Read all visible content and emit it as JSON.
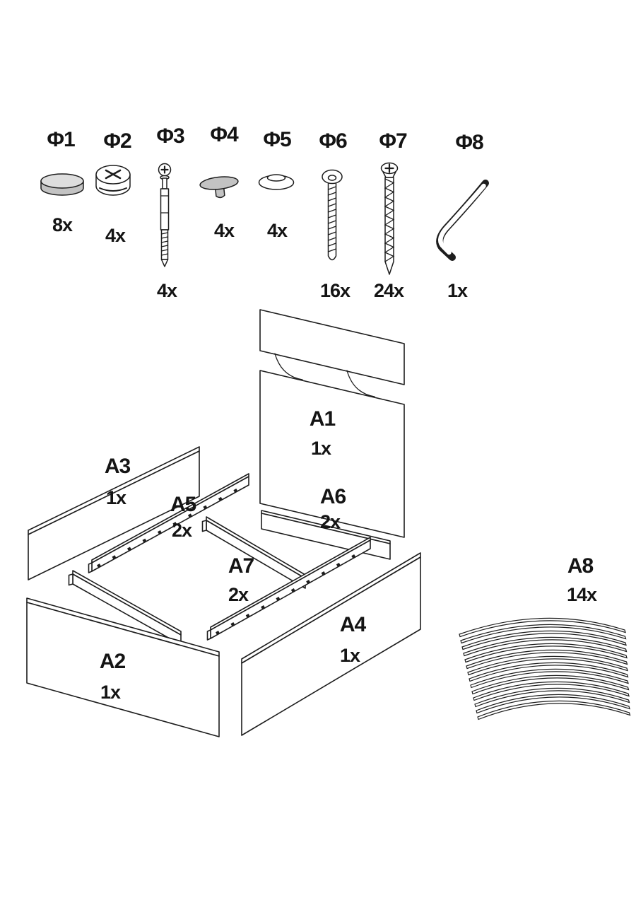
{
  "page": {
    "background": "#ffffff",
    "line_color": "#1d1d1d"
  },
  "hardware": {
    "items": [
      {
        "id": "Φ1",
        "qty": "8x",
        "icon": "round-cover-cap-icon"
      },
      {
        "id": "Φ2",
        "qty": "4x",
        "icon": "cam-lock-icon"
      },
      {
        "id": "Φ3",
        "qty": "4x",
        "icon": "cam-bolt-icon"
      },
      {
        "id": "Φ4",
        "qty": "4x",
        "icon": "push-cap-icon"
      },
      {
        "id": "Φ5",
        "qty": "4x",
        "icon": "cover-cap-icon"
      },
      {
        "id": "Φ6",
        "qty": "16x",
        "icon": "flathead-bolt-icon"
      },
      {
        "id": "Φ7",
        "qty": "24x",
        "icon": "wood-screw-icon"
      },
      {
        "id": "Φ8",
        "qty": "1x",
        "icon": "allen-key-icon"
      }
    ]
  },
  "panels": {
    "items": [
      {
        "id": "A1",
        "qty": "1x"
      },
      {
        "id": "A2",
        "qty": "1x"
      },
      {
        "id": "A3",
        "qty": "1x"
      },
      {
        "id": "A4",
        "qty": "1x"
      },
      {
        "id": "A5",
        "qty": "2x"
      },
      {
        "id": "A6",
        "qty": "2x"
      },
      {
        "id": "A7",
        "qty": "2x"
      },
      {
        "id": "A8",
        "qty": "14x"
      }
    ]
  }
}
